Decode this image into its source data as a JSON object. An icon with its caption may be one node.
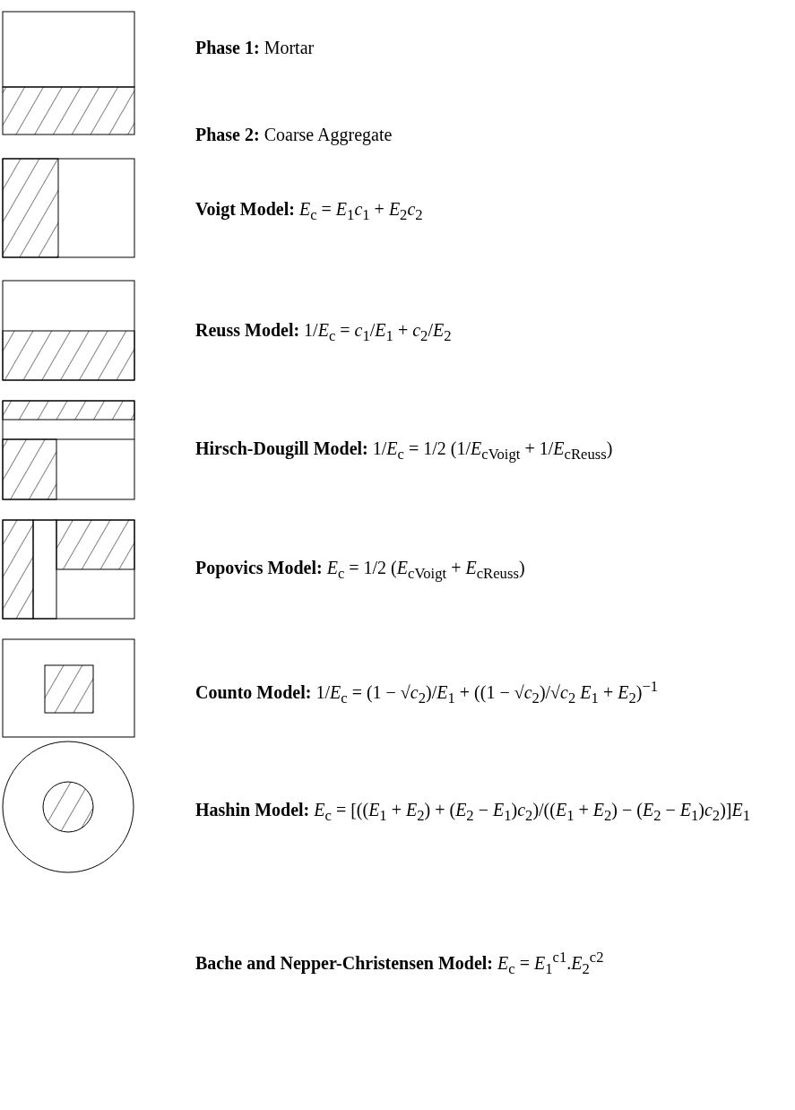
{
  "diagram": {
    "labels": [
      "**Phase 1:** Mortar",
      "**Phase 2:** Coarse Aggregate",
      "**Voigt Model:** *E*$_{c}$ = *E*$_{1}$*c*$_{1}$ + *E*$_{2}$*c*$_{2}$",
      "**Reuss Model:** 1/*E*$_{c}$ = *c*$_{1}$/*E*$_{1}$ + *c*$_{2}$/*E*$_{2}$",
      "**Hirsch-Dougill Model:** 1/*E*$_{c}$ = 1/2 (1/*E*$_{cVoigt}$ + 1/*E*$_{c}$$_{Reuss}$)",
      "**Popovics Model:** *E*$_{c}$ = 1/2 (*E*$_{cVoigt}$ + *E*$_{c}$$_{Reuss}$)",
      "**Counto Model:** 1/*E*$_{c}$ = (1 − √*c*$_{2}$)/*E*$_{1}$ + ((1 − √*c*$_{2}$)/√*c*$_{2}$ *E*$_{1}$ + *E*$_{2}$)$^{−1}$",
      "**Hashin Model:** *E*$_{c}$ = [((*E*$_{1}$ + *E*$_{2}$) + (*E*$_{2}$ − *E*$_{1}$)*c*$_{2}$)/((*E*$_{1}$ + *E*$_{2}$) − (*E*$_{2}$ − *E*$_{1}$)*c*$_{2}$)]*E*$_{1}$",
      "**Bache and Nepper-Christensen Model:** *E*$_{c}$ = *E*$_{1}$$^{c1}$.*E*$_{2}$$^{c2}$"
    ]
  }
}
